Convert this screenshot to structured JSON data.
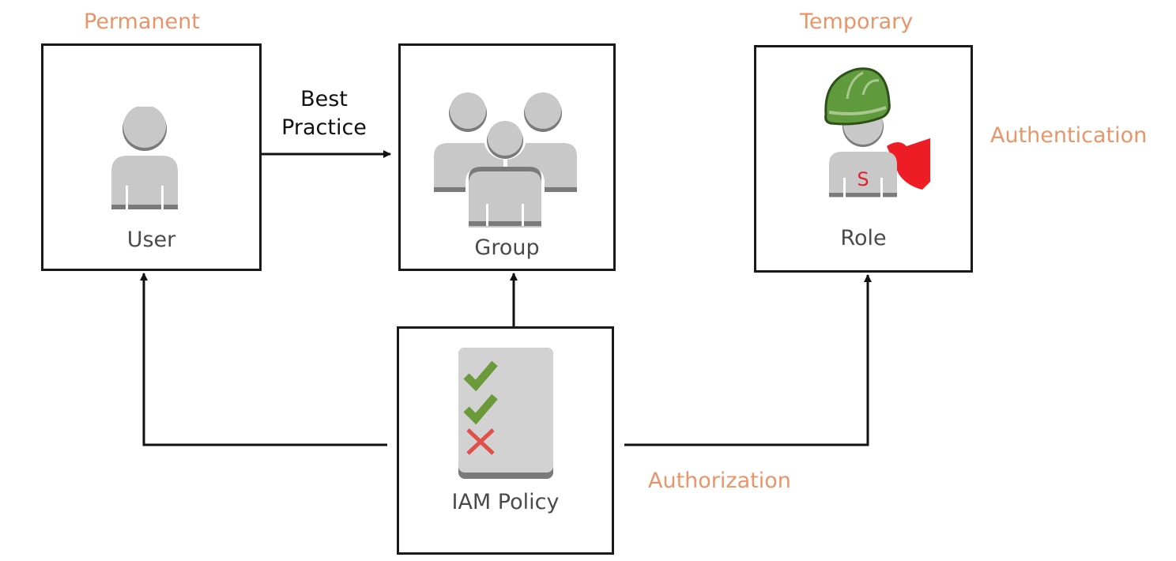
{
  "labels": {
    "permanent": "Permanent",
    "temporary": "Temporary",
    "authentication": "Authentication",
    "authorization": "Authorization",
    "best_practice_line1": "Best",
    "best_practice_line2": "Practice"
  },
  "nodes": {
    "user": {
      "label": "User",
      "icon": "user-icon"
    },
    "group": {
      "label": "Group",
      "icon": "group-icon"
    },
    "role": {
      "label": "Role",
      "icon": "role-superhero-icon",
      "badge": "S"
    },
    "policy": {
      "label": "IAM Policy",
      "icon": "policy-checklist-icon"
    }
  },
  "edges": [
    {
      "from": "user",
      "to": "group",
      "label": "Best Practice"
    },
    {
      "from": "policy",
      "to": "user"
    },
    {
      "from": "policy",
      "to": "group"
    },
    {
      "from": "policy",
      "to": "role"
    }
  ],
  "colors": {
    "accent_orange": "#e8956a",
    "icon_gray": "#c8c8c8",
    "icon_shadow": "#7a7a7a",
    "check_green": "#6a9a3a",
    "cross_red": "#e0504a",
    "helmet_green": "#5f9a3c",
    "cape_red": "#ee1c24"
  }
}
